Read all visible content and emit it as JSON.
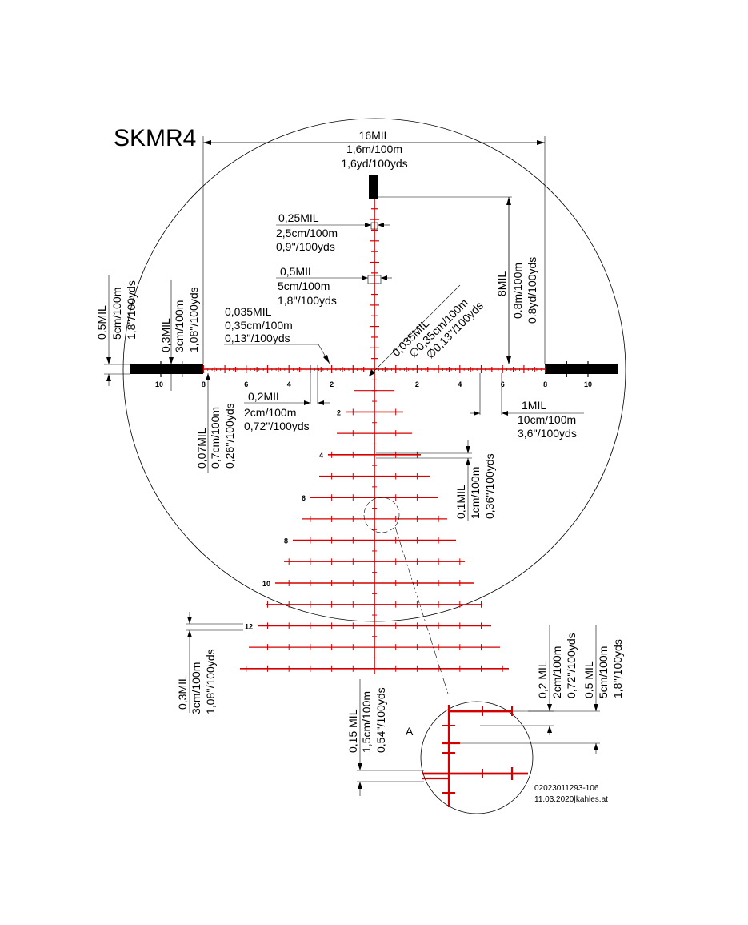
{
  "title": "SKMR4",
  "colors": {
    "reticle": "#d40000",
    "lines": "#000000",
    "background": "#ffffff"
  },
  "top_span": {
    "l1": "16MIL",
    "l2": "1,6m/100m",
    "l3": "1,6yd/100yds"
  },
  "m025": {
    "l1": "0,25MIL",
    "l2": "2,5cm/100m",
    "l3": "0,9''/100yds"
  },
  "m05": {
    "l1": "0,5MIL",
    "l2": "5cm/100m",
    "l3": "1,8''/100yds"
  },
  "m0035_h": {
    "l1": "0,035MIL",
    "l2": "0,35cm/100m",
    "l3": "0,13''/100yds"
  },
  "m0035_d": {
    "l1": "0,035MIL",
    "l2": "∅0,35cm/100m",
    "l3": "∅0,13''/100yds"
  },
  "m8_vert": {
    "l1": "8MIL",
    "l2": "0.8m/100m",
    "l3": "0.8yd/100yds"
  },
  "left_05": {
    "l1": "0,5MIL",
    "l2": "5cm/100m",
    "l3": "1,8''/100yds"
  },
  "left_03": {
    "l1": "0,3MIL",
    "l2": "3cm/100m",
    "l3": "1,08''/100yds"
  },
  "m02": {
    "l1": "0,2MIL",
    "l2": "2cm/100m",
    "l3": "0,72''/100yds"
  },
  "m1": {
    "l1": "1MIL",
    "l2": "10cm/100m",
    "l3": "3,6''/100yds"
  },
  "m007": {
    "l1": "0,07MIL",
    "l2": "0,7cm/100m",
    "l3": "0,26''/100yds"
  },
  "m01": {
    "l1": "0,1MIL",
    "l2": "1cm/100m",
    "l3": "0,36''/100yds"
  },
  "bottom_03": {
    "l1": "0,3MIL",
    "l2": "3cm/100m",
    "l3": "1,08''/100yds"
  },
  "m015": {
    "l1": "0,15 MIL",
    "l2": "1,5cm/100m",
    "l3": "0,54''/100yds"
  },
  "m02b": {
    "l1": "0,2 MIL",
    "l2": "2cm/100m",
    "l3": "0,72''/100yds"
  },
  "m05b": {
    "l1": "0,5 MIL",
    "l2": "5cm/100m",
    "l3": "1,8''/100yds"
  },
  "detail_label": "A",
  "footer": {
    "code": "02023011293-106",
    "date": "11.03.2020|kahles.at"
  },
  "horizontal_scale": {
    "left": [
      "10",
      "8",
      "6",
      "4",
      "2"
    ],
    "right": [
      "2",
      "4",
      "6",
      "8",
      "10"
    ]
  },
  "tree_labels": [
    "2",
    "4",
    "6",
    "8",
    "10",
    "12"
  ]
}
